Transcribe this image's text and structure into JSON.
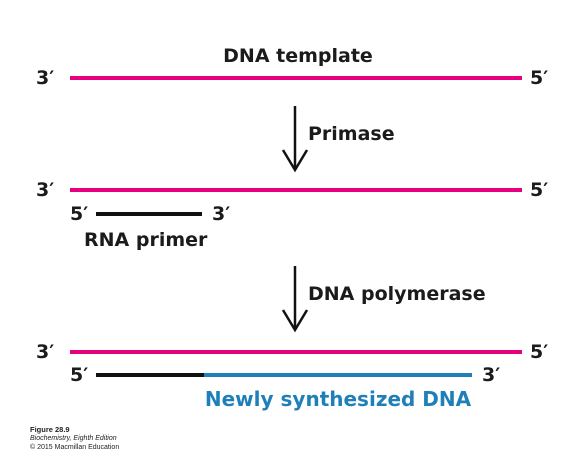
{
  "colors": {
    "template": "#e6007e",
    "primer": "#111111",
    "new_dna": "#1f7fb8",
    "text": "#1b1b1b"
  },
  "stage1": {
    "title": "DNA template",
    "left_end": "3′",
    "right_end": "5′"
  },
  "step1": {
    "label": "Primase"
  },
  "stage2": {
    "template_left": "3′",
    "template_right": "5′",
    "primer_left": "5′",
    "primer_right": "3′",
    "primer_label": "RNA primer"
  },
  "step2": {
    "label": "DNA polymerase"
  },
  "stage3": {
    "template_left": "3′",
    "template_right": "5′",
    "new_left": "5′",
    "new_right": "3′",
    "new_label": "Newly synthesized DNA"
  },
  "caption": {
    "figure": "Figure 28.9",
    "book": "Biochemistry, Eighth Edition",
    "copyright": "© 2015 Macmillan Education"
  }
}
